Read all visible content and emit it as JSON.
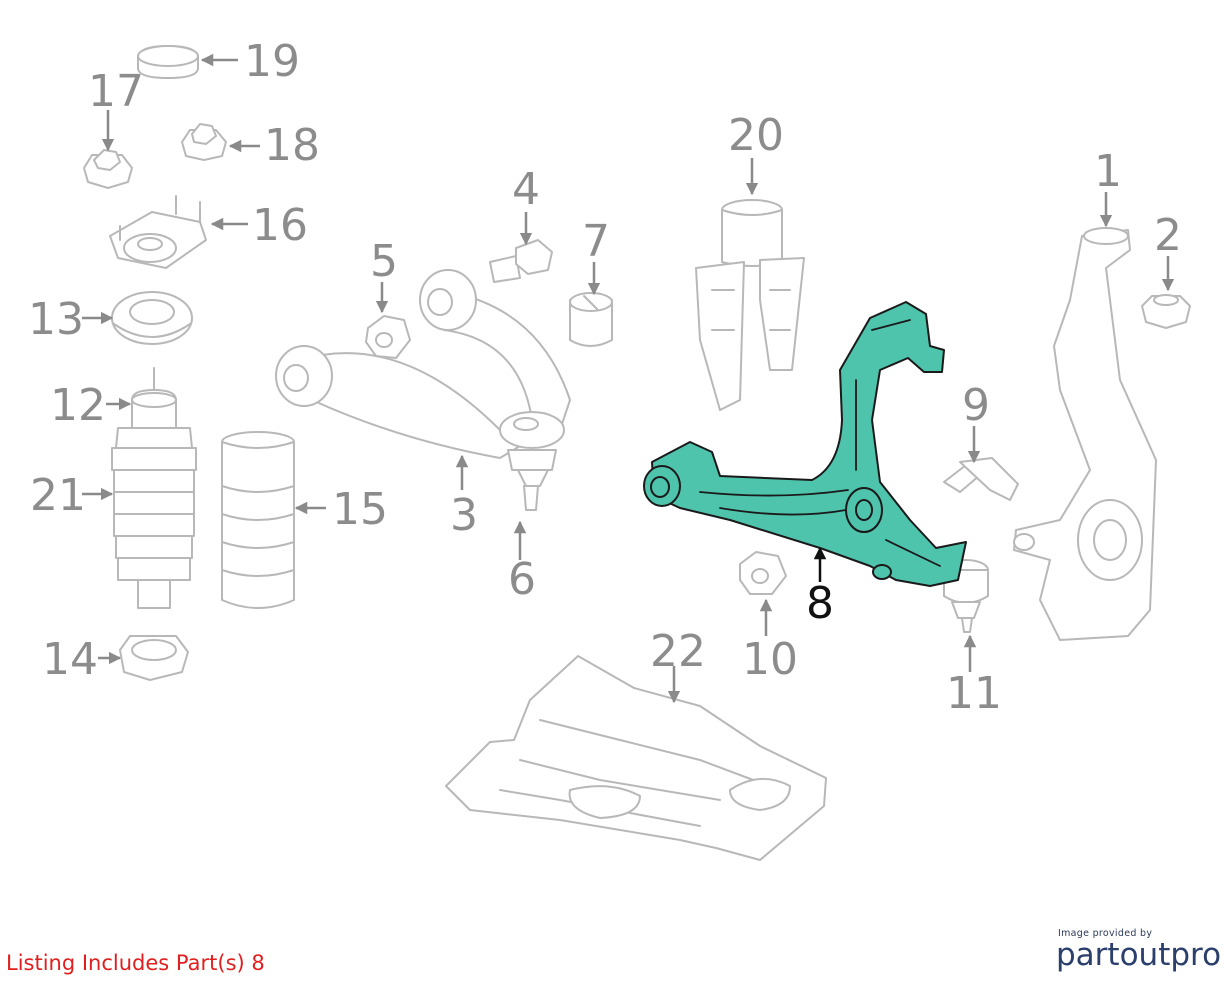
{
  "diagram": {
    "highlight_color": "#4fc4ad",
    "part_stroke_color": "#b8b8b8",
    "label_color": "#8c8c8c",
    "callouts": [
      {
        "id": "1",
        "label": "1"
      },
      {
        "id": "2",
        "label": "2"
      },
      {
        "id": "3",
        "label": "3"
      },
      {
        "id": "4",
        "label": "4"
      },
      {
        "id": "5",
        "label": "5"
      },
      {
        "id": "6",
        "label": "6"
      },
      {
        "id": "7",
        "label": "7"
      },
      {
        "id": "8",
        "label": "8",
        "highlighted": true
      },
      {
        "id": "9",
        "label": "9"
      },
      {
        "id": "10",
        "label": "10"
      },
      {
        "id": "11",
        "label": "11"
      },
      {
        "id": "12",
        "label": "12"
      },
      {
        "id": "13",
        "label": "13"
      },
      {
        "id": "14",
        "label": "14"
      },
      {
        "id": "15",
        "label": "15"
      },
      {
        "id": "16",
        "label": "16"
      },
      {
        "id": "17",
        "label": "17"
      },
      {
        "id": "18",
        "label": "18"
      },
      {
        "id": "19",
        "label": "19"
      },
      {
        "id": "20",
        "label": "20"
      },
      {
        "id": "21",
        "label": "21"
      },
      {
        "id": "22",
        "label": "22"
      }
    ]
  },
  "listing_note": "Listing Includes Part(s) 8",
  "credit": {
    "caption": "Image provided by",
    "brand": "partoutpro"
  }
}
